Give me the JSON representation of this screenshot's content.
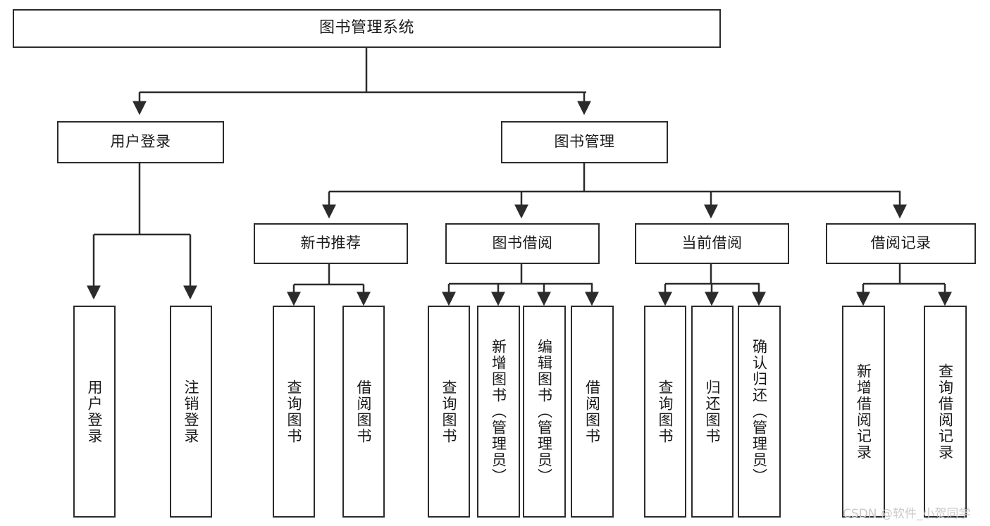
{
  "diagram": {
    "title": "图书管理系统",
    "type": "hierarchy-tree",
    "style": {
      "box_border": "#2b2b2b",
      "box_fill": "#ffffff",
      "line": "#2b2b2b",
      "text": "#1a1a1a",
      "background": "#ffffff",
      "watermark_color": "#c9c9c9"
    },
    "nodes": {
      "root": {
        "label": "图书管理系统"
      },
      "level1": [
        {
          "label": "用户登录"
        },
        {
          "label": "图书管理"
        }
      ],
      "level2": [
        {
          "label": "新书推荐"
        },
        {
          "label": "图书借阅"
        },
        {
          "label": "当前借阅"
        },
        {
          "label": "借阅记录"
        }
      ],
      "leaves_user_login": [
        {
          "label": "用户登录"
        },
        {
          "label": "注销登录"
        }
      ],
      "leaves_new_book": [
        {
          "label": "查询图书"
        },
        {
          "label": "借阅图书"
        }
      ],
      "leaves_borrow": [
        {
          "label": "查询图书"
        },
        {
          "label": "新增图书（管理员）"
        },
        {
          "label": "编辑图书（管理员）"
        },
        {
          "label": "借阅图书"
        }
      ],
      "leaves_current": [
        {
          "label": "查询图书"
        },
        {
          "label": "归还图书"
        },
        {
          "label": "确认归还（管理员）"
        }
      ],
      "leaves_records": [
        {
          "label": "新增借阅记录"
        },
        {
          "label": "查询借阅记录"
        }
      ]
    },
    "watermark": "CSDN @软件_小贺同学"
  }
}
